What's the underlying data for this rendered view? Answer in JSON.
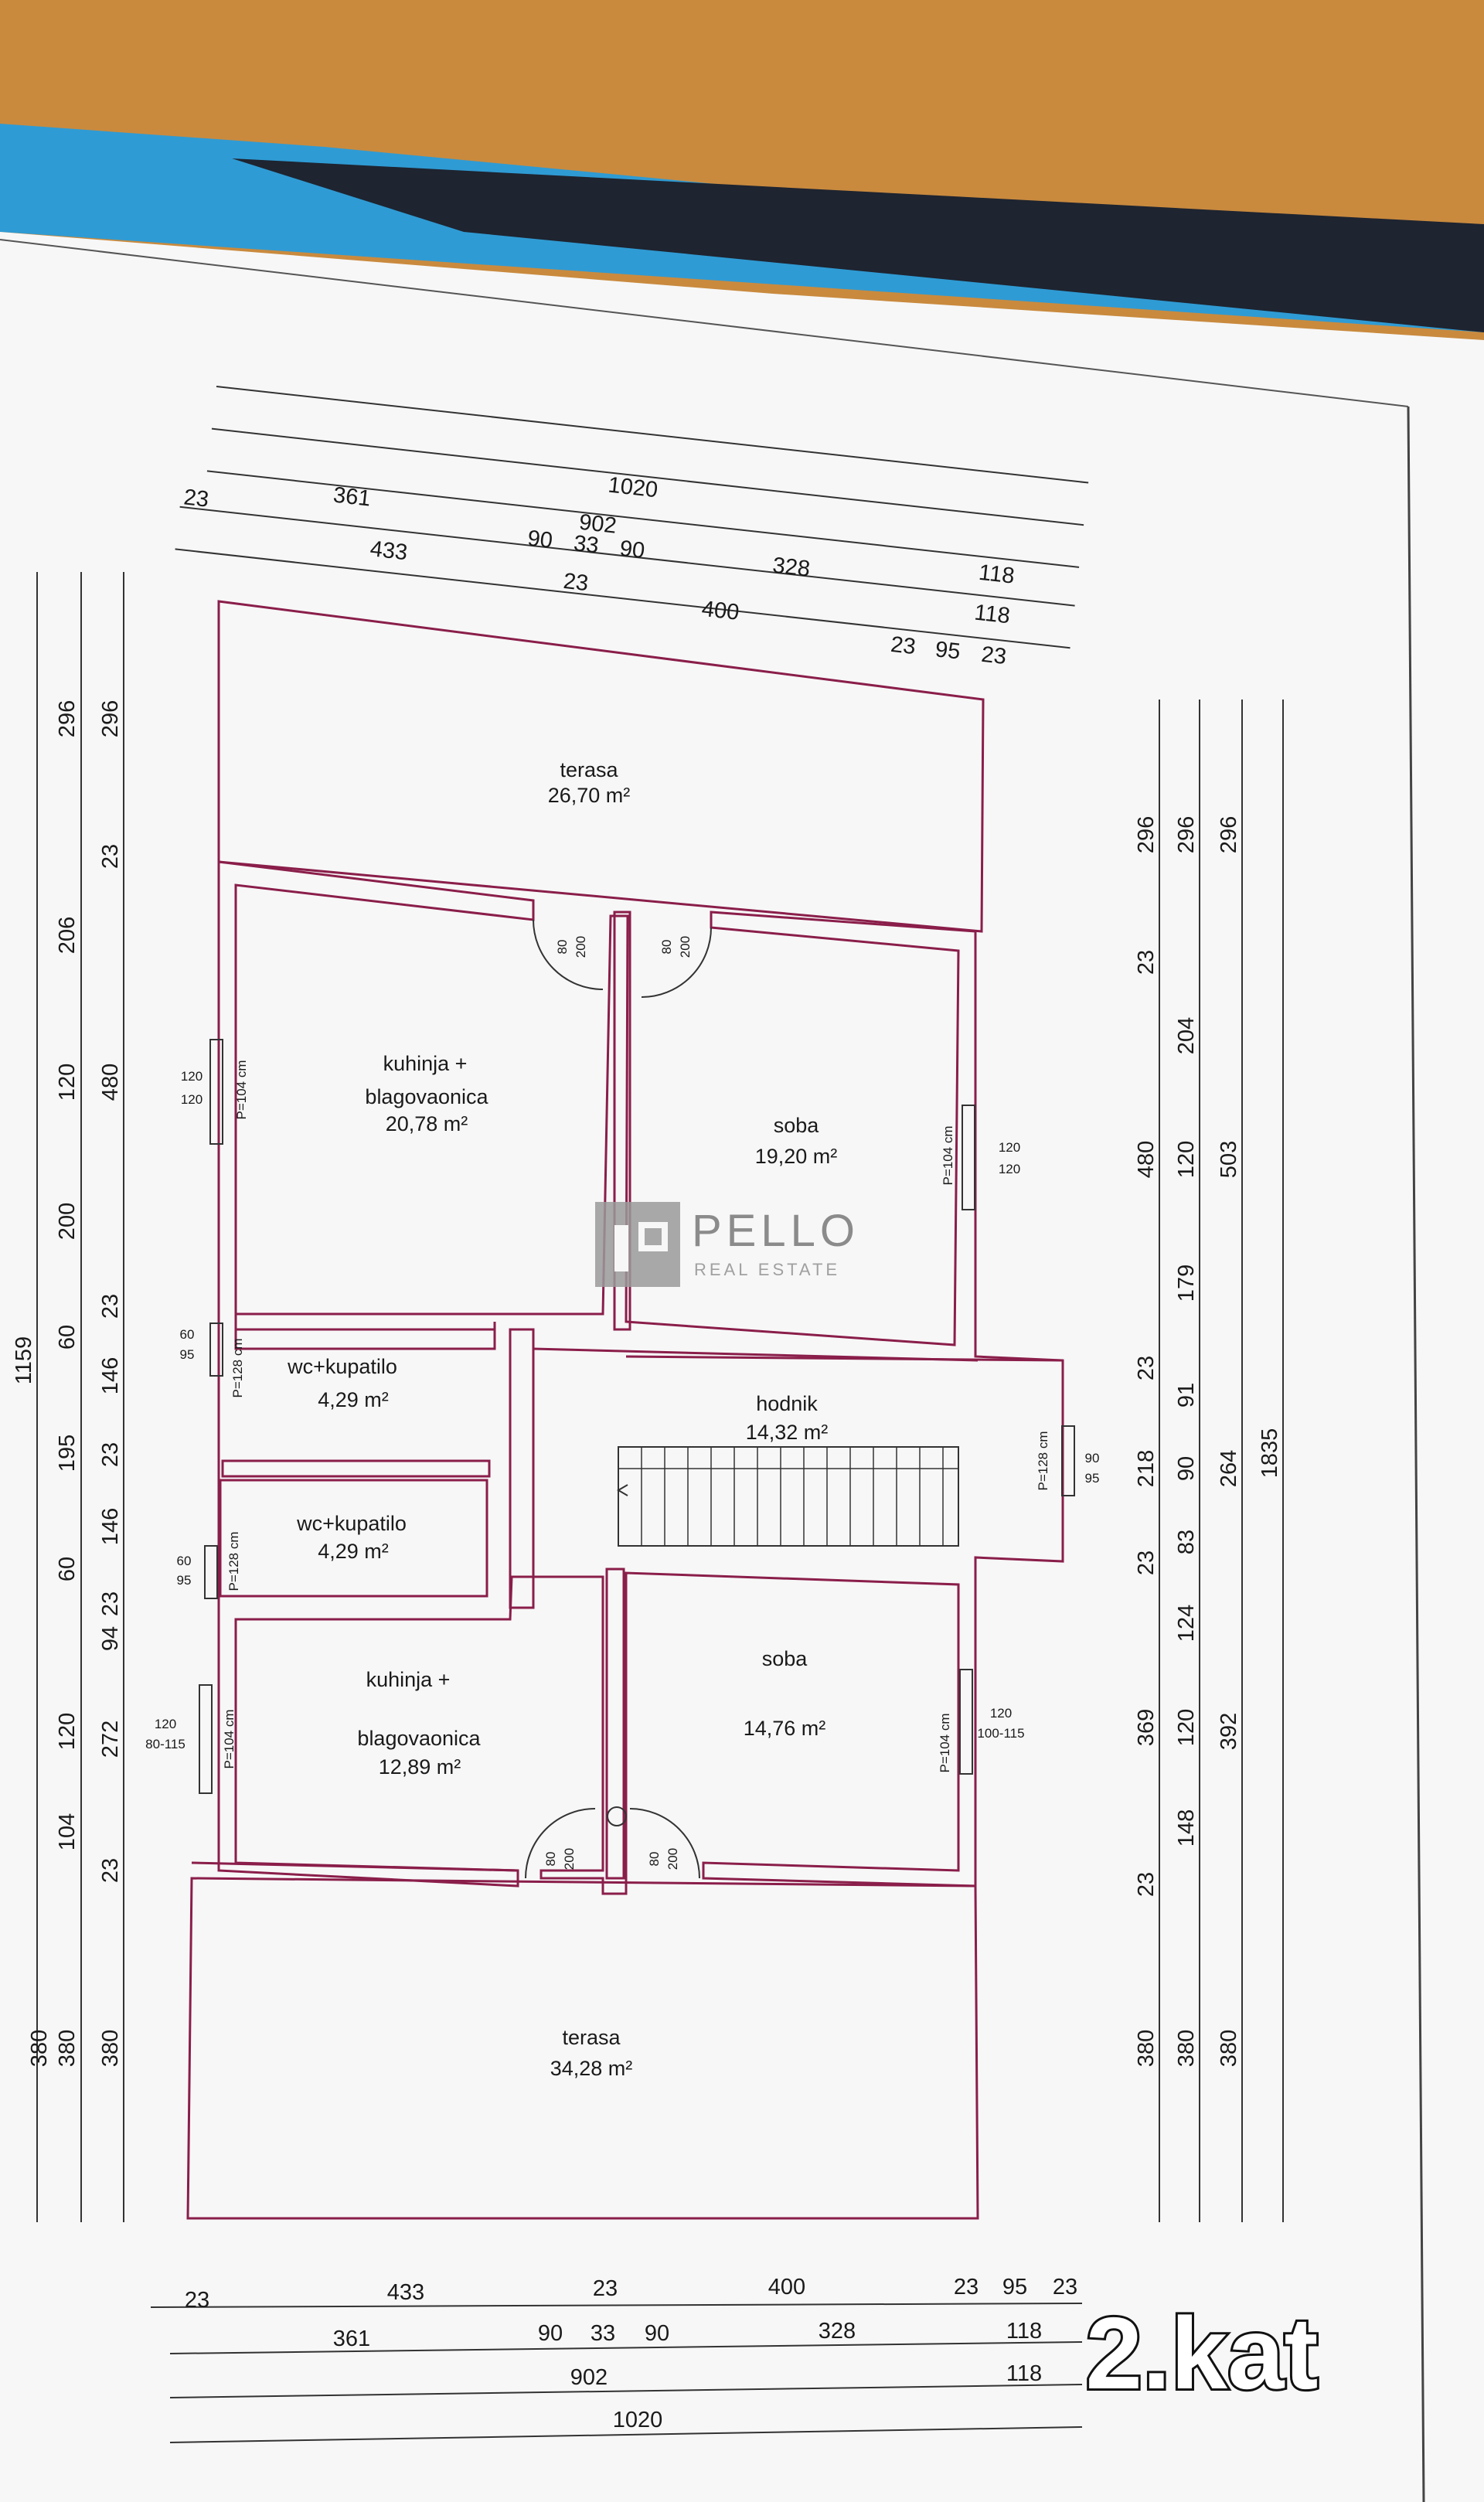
{
  "badge": "2.kat",
  "watermark": {
    "brand": "PELLO",
    "tagline": "REAL ESTATE"
  },
  "colors": {
    "wall": "#8a1e4a",
    "paper": "#f7f7f7",
    "table": "#c98a3e",
    "binder": "#2f9bd4"
  },
  "rooms": [
    {
      "name": "terasa",
      "area": "26,70 m²"
    },
    {
      "name_line1": "kuhinja +",
      "name_line2": "blagovaonica",
      "area": "20,78 m²"
    },
    {
      "name": "soba",
      "area": "19,20 m²"
    },
    {
      "name": "wc+kupatilo",
      "area": "4,29 m²"
    },
    {
      "name": "hodnik",
      "area": "14,32 m²"
    },
    {
      "name": "wc+kupatilo",
      "area": "4,29 m²"
    },
    {
      "name_line1": "kuhinja +",
      "name_line2": "blagovaonica",
      "area": "12,89 m²"
    },
    {
      "name": "soba",
      "area": "14,76 m²"
    },
    {
      "name": "terasa",
      "area": "34,28 m²"
    }
  ],
  "top_dims": {
    "row1": [
      "1020"
    ],
    "row2": [
      "902"
    ],
    "row3": [
      "361",
      "90",
      "33",
      "90",
      "328",
      "118"
    ],
    "row4": [
      "23",
      "433",
      "23",
      "400",
      "118"
    ],
    "row5": [
      "23",
      "95",
      "23"
    ]
  },
  "bottom_dims": {
    "row1": [
      "23",
      "433",
      "23",
      "400",
      "23",
      "95",
      "23"
    ],
    "row2": [
      "361",
      "90",
      "33",
      "90",
      "328",
      "118"
    ],
    "row3": [
      "902",
      "118"
    ],
    "row4": [
      "1020"
    ]
  },
  "left_dims": {
    "col1": [
      "1159",
      "380"
    ],
    "col2": [
      "296",
      "206",
      "120",
      "200",
      "60",
      "195",
      "60",
      "120",
      "104",
      "380"
    ],
    "col3": [
      "296",
      "23",
      "480",
      "23",
      "146",
      "23",
      "146",
      "23",
      "94",
      "272",
      "23",
      "380"
    ]
  },
  "right_dims": {
    "col1": [
      "296",
      "23",
      "480",
      "23",
      "218",
      "23",
      "369",
      "23",
      "380"
    ],
    "col2": [
      "296",
      "204",
      "120",
      "179",
      "91",
      "90",
      "83",
      "124",
      "120",
      "148",
      "380"
    ],
    "col3": [
      "296",
      "503",
      "264",
      "392",
      "380"
    ],
    "col4": [
      "1835"
    ]
  },
  "openings": {
    "door": [
      "80",
      "200"
    ],
    "win_120_120": [
      "120",
      "120"
    ],
    "win_60_95": [
      "60",
      "95"
    ],
    "win_90_95": [
      "90",
      "95"
    ],
    "win_120_80_115": [
      "120",
      "80-115"
    ],
    "win_120_100_115": [
      "120",
      "100-115"
    ],
    "p104": "P=104 cm",
    "p128": "P=128 cm"
  }
}
